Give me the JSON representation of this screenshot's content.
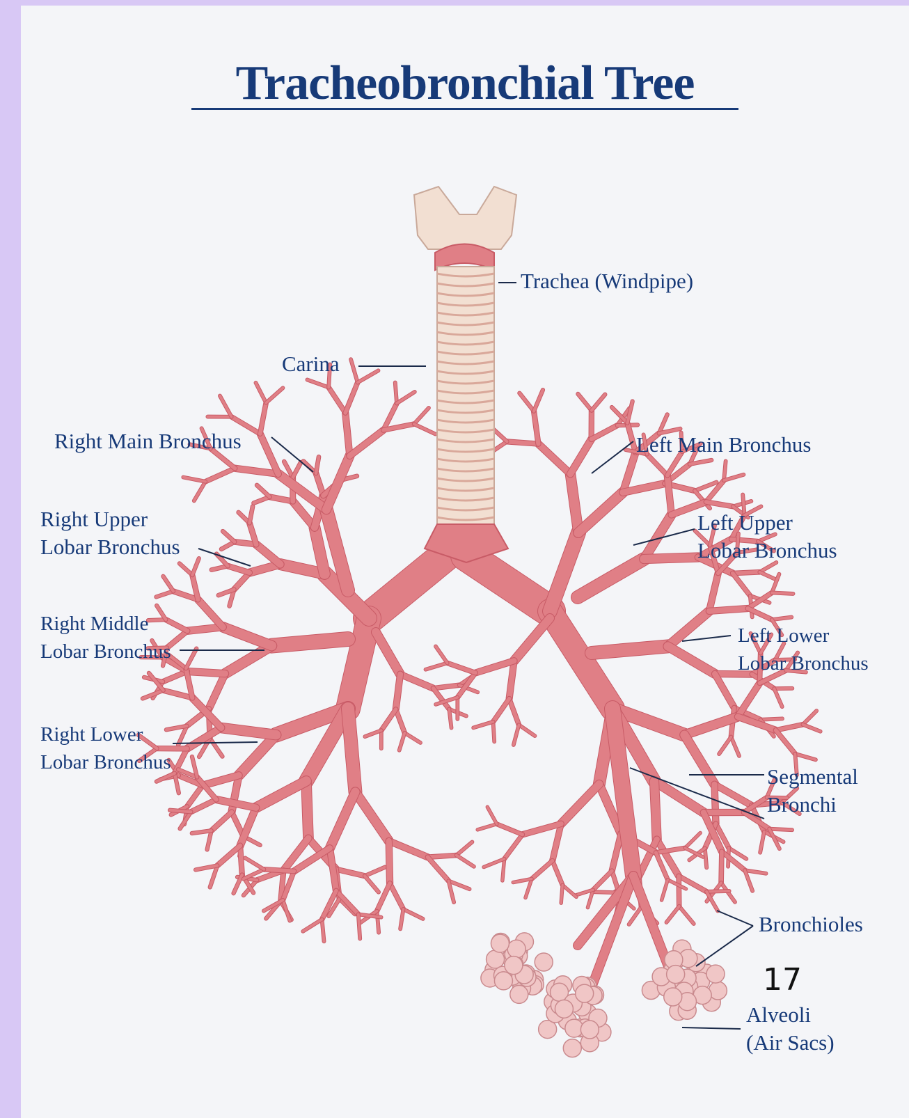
{
  "title": "Tracheobronchial Tree",
  "page_number": "17",
  "labels": {
    "trachea": "Trachea (Windpipe)",
    "carina": "Carina",
    "right_main": "Right Main Bronchus",
    "right_upper_1": "Right Upper",
    "right_upper_2": "Lobar Bronchus",
    "right_middle_1": "Right Middle",
    "right_middle_2": "Lobar Bronchus",
    "right_lower_1": "Right Lower",
    "right_lower_2": "Lobar Bronchus",
    "left_main": "Left Main Bronchus",
    "left_upper_1": "Left Upper",
    "left_upper_2": "Lobar Bronchus",
    "left_lower_1": "Left Lower",
    "left_lower_2": "Lobar Bronchus",
    "segmental_1": "Segmental",
    "segmental_2": "Bronchi",
    "bronchioles": "Bronchioles",
    "alveoli_1": "Alveoli",
    "alveoli_2": "(Air Sacs)"
  },
  "colors": {
    "text": "#173a78",
    "bronchus": "#e07f86",
    "bronchus_dark": "#c85b66",
    "cartilage": "#f2dfd2",
    "alveoli": "#f0c6c6",
    "page_bg": "#f4f5f8",
    "frame_bg": "#d8c8f5"
  }
}
